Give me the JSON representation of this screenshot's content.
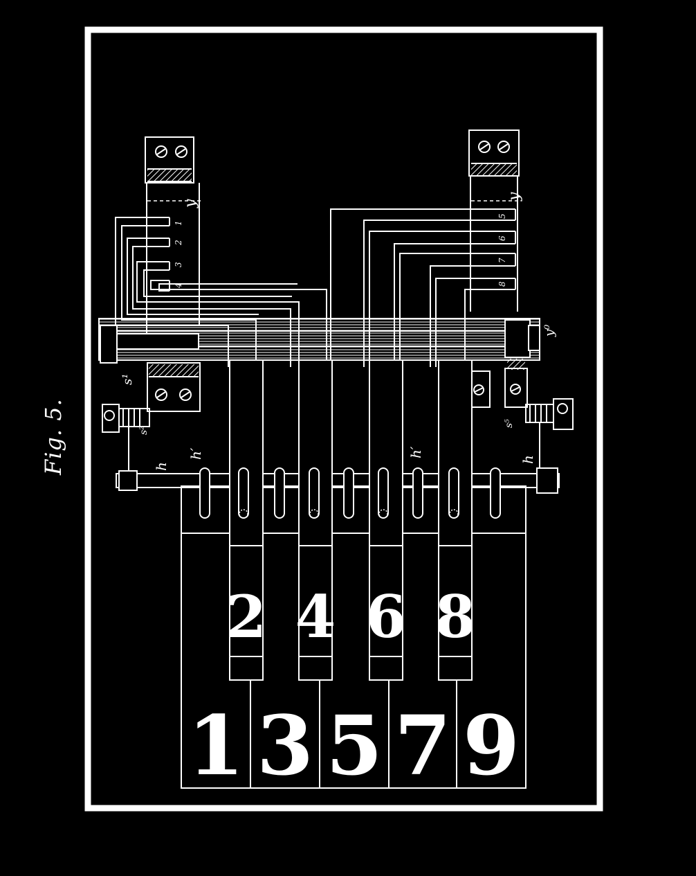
{
  "figure": {
    "title": "Fig. 5."
  },
  "colors": {
    "background": "#000000",
    "line": "#ffffff"
  },
  "labels": {
    "rail_left": "y",
    "rail_right": "y",
    "shaft_end": "y⁰",
    "contact_1": "1",
    "contact_2": "2",
    "contact_3": "3",
    "contact_4": "4",
    "contact_5": "5",
    "contact_6": "6",
    "contact_7": "7",
    "contact_8": "8",
    "spring_s1": "s¹",
    "spring_s2": "s²",
    "spring_s5": "s⁵",
    "hinge_h_left": "h",
    "hinge_h1_left": "h′",
    "hinge_h1_mid": "h′",
    "hinge_h_right": "h",
    "lower_keys": [
      "1",
      "3",
      "5",
      "7",
      "9"
    ],
    "upper_keys": [
      "2",
      "4",
      "6",
      "8"
    ]
  }
}
